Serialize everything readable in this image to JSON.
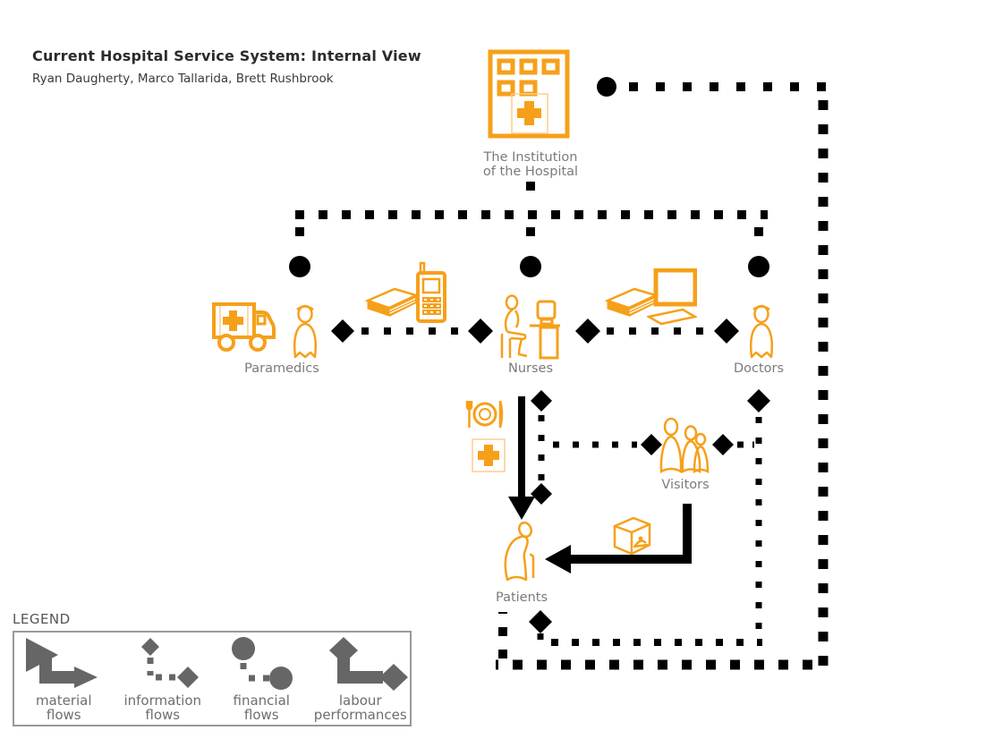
{
  "header": {
    "title": "Current Hospital Service System: Internal View",
    "authors": "Ryan Daugherty, Marco Tallarida, Brett Rushbrook"
  },
  "nodes": {
    "institution": {
      "label_line1": "The Institution",
      "label_line2": "of the Hospital"
    },
    "paramedics": {
      "label": "Paramedics"
    },
    "nurses": {
      "label": "Nurses"
    },
    "doctors": {
      "label": "Doctors"
    },
    "visitors": {
      "label": "Visitors"
    },
    "patients": {
      "label": "Patients"
    }
  },
  "legend": {
    "title": "LEGEND",
    "items": [
      {
        "name": "material-flows",
        "label_line1": "material",
        "label_line2": "flows"
      },
      {
        "name": "information-flows",
        "label_line1": "information",
        "label_line2": "flows"
      },
      {
        "name": "financial-flows",
        "label_line1": "financial",
        "label_line2": "flows"
      },
      {
        "name": "labour-performances",
        "label_line1": "labour",
        "label_line2": "performances"
      }
    ]
  },
  "icons": {
    "hospital-building-icon": "building with windows and medical cross",
    "ambulance-icon": "truck with medical cross",
    "paramedic-person-icon": "standing person with cap",
    "papers-stack-icon": "stack of documents",
    "cellphone-icon": "mobile phone with keypad",
    "nurse-at-desk-icon": "person seated at desk with computer",
    "laptop-computer-icon": "computer monitor with keyboard",
    "doctor-person-icon": "standing person with cap",
    "meal-icon": "fork plate and knife",
    "medical-cross-icon": "cross in square",
    "visitors-group-icon": "group of three people",
    "gift-package-icon": "box with covered dish",
    "patient-person-icon": "hunched person with cane"
  },
  "colors": {
    "accent_orange": "#F6A01A",
    "accent_orange_light": "#FBCE8E",
    "flow_black": "#000000",
    "label_gray": "#7B7B7B",
    "legend_gray": "#666666"
  }
}
